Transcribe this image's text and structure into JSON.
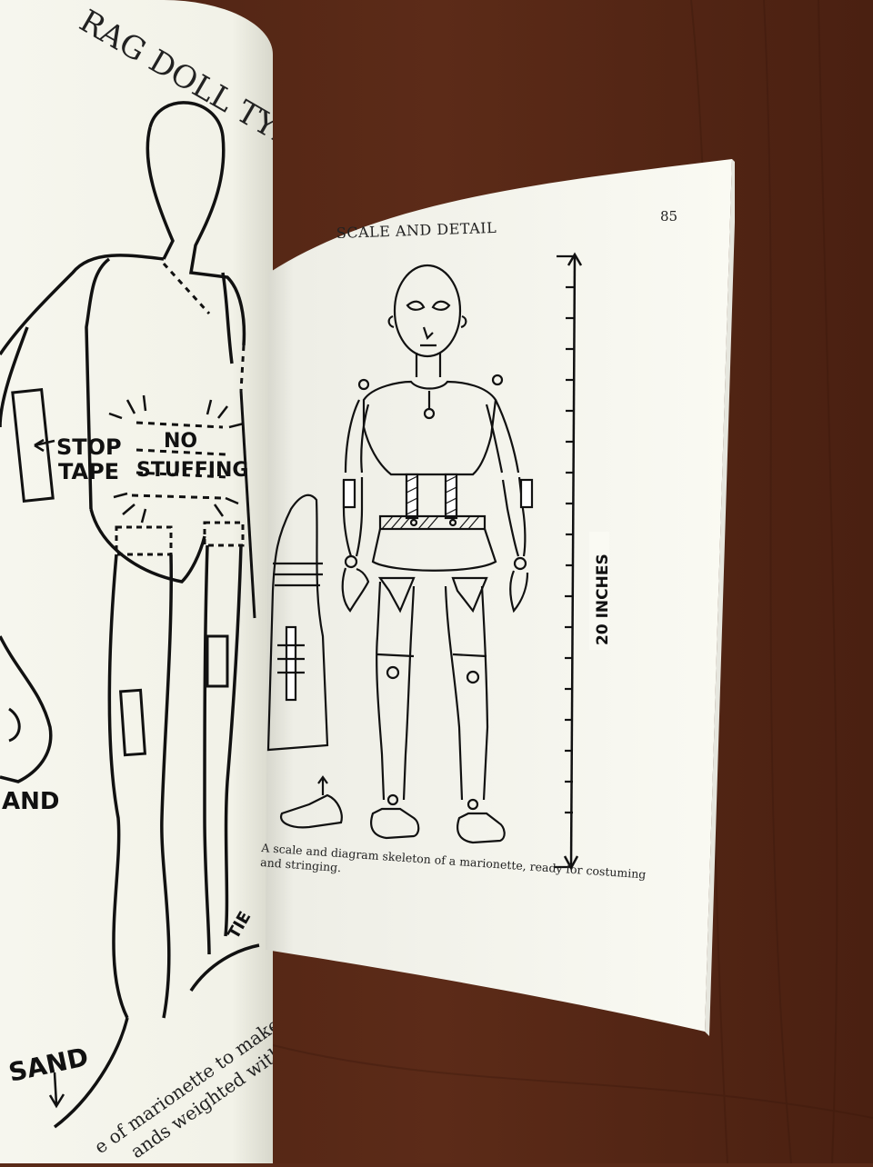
{
  "left_page": {
    "running_head": "RAG DOLL TYPE",
    "labels": {
      "stop": "STOP",
      "tape": "TAPE",
      "no": "NO",
      "stuffing": "STUFFING",
      "tie": "TIE",
      "sand_side": "AND",
      "sand_bottom": "SAND"
    },
    "caption_fragment_1": "e of marionette to make wit",
    "caption_fragment_2": "ands weighted with sand"
  },
  "right_page": {
    "running_head": "SCALE AND DETAIL",
    "page_number": "85",
    "scale_label": "20 INCHES",
    "caption": "A scale and diagram skeleton of a marionette, ready for costuming and stringing."
  },
  "colors": {
    "wood": "#4f2414",
    "paper": "#f6f6ee",
    "ink": "#111111"
  }
}
